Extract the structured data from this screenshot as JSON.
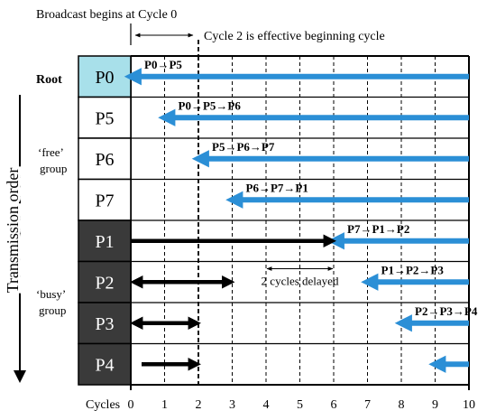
{
  "header": {
    "broadcast_note": "Broadcast begins at Cycle 0",
    "effective_note": "Cycle 2 is effective beginning cycle"
  },
  "labels": {
    "root": "Root",
    "transmission_order": "Transmission order",
    "free_group": [
      "‘free’",
      "group"
    ],
    "busy_group": [
      "‘busy’",
      "group"
    ],
    "cycles": "Cycles",
    "delay_note": "2 cycles delayed"
  },
  "cycle_ticks": [
    "0",
    "1",
    "2",
    "3",
    "4",
    "5",
    "6",
    "7",
    "8",
    "9",
    "10"
  ],
  "rows": [
    {
      "node": "P0",
      "group": "root",
      "fill": "#a8e0ea",
      "text_color": "#000000",
      "path": "P0→P5",
      "arrow_start": 0,
      "busy_until": null
    },
    {
      "node": "P5",
      "group": "free",
      "fill": "#ffffff",
      "text_color": "#000000",
      "path": "P0→P5→P6",
      "arrow_start": 1,
      "busy_until": null
    },
    {
      "node": "P6",
      "group": "free",
      "fill": "#ffffff",
      "text_color": "#000000",
      "path": "P5→P6→P7",
      "arrow_start": 2,
      "busy_until": null
    },
    {
      "node": "P7",
      "group": "free",
      "fill": "#ffffff",
      "text_color": "#000000",
      "path": "P6→P7→P1",
      "arrow_start": 3,
      "busy_until": null
    },
    {
      "node": "P1",
      "group": "busy",
      "fill": "#3a3a3a",
      "text_color": "#ffffff",
      "path": "P7→P1→P2",
      "arrow_start": 6,
      "busy_until": 6
    },
    {
      "node": "P2",
      "group": "busy",
      "fill": "#3a3a3a",
      "text_color": "#ffffff",
      "path": "P1→P2→P3",
      "arrow_start": 7,
      "busy_until": 3
    },
    {
      "node": "P3",
      "group": "busy",
      "fill": "#3a3a3a",
      "text_color": "#ffffff",
      "path": "P2→P3→P4",
      "arrow_start": 8,
      "busy_until": 2
    },
    {
      "node": "P4",
      "group": "busy",
      "fill": "#3a3a3a",
      "text_color": "#ffffff",
      "path": "",
      "arrow_start": 9,
      "busy_until": 2
    }
  ],
  "delay_span": {
    "from": 4,
    "to": 6
  },
  "colors": {
    "forward_arrow": "#2b8fd6",
    "busy_arrow": "#000000",
    "grid": "#000000"
  }
}
